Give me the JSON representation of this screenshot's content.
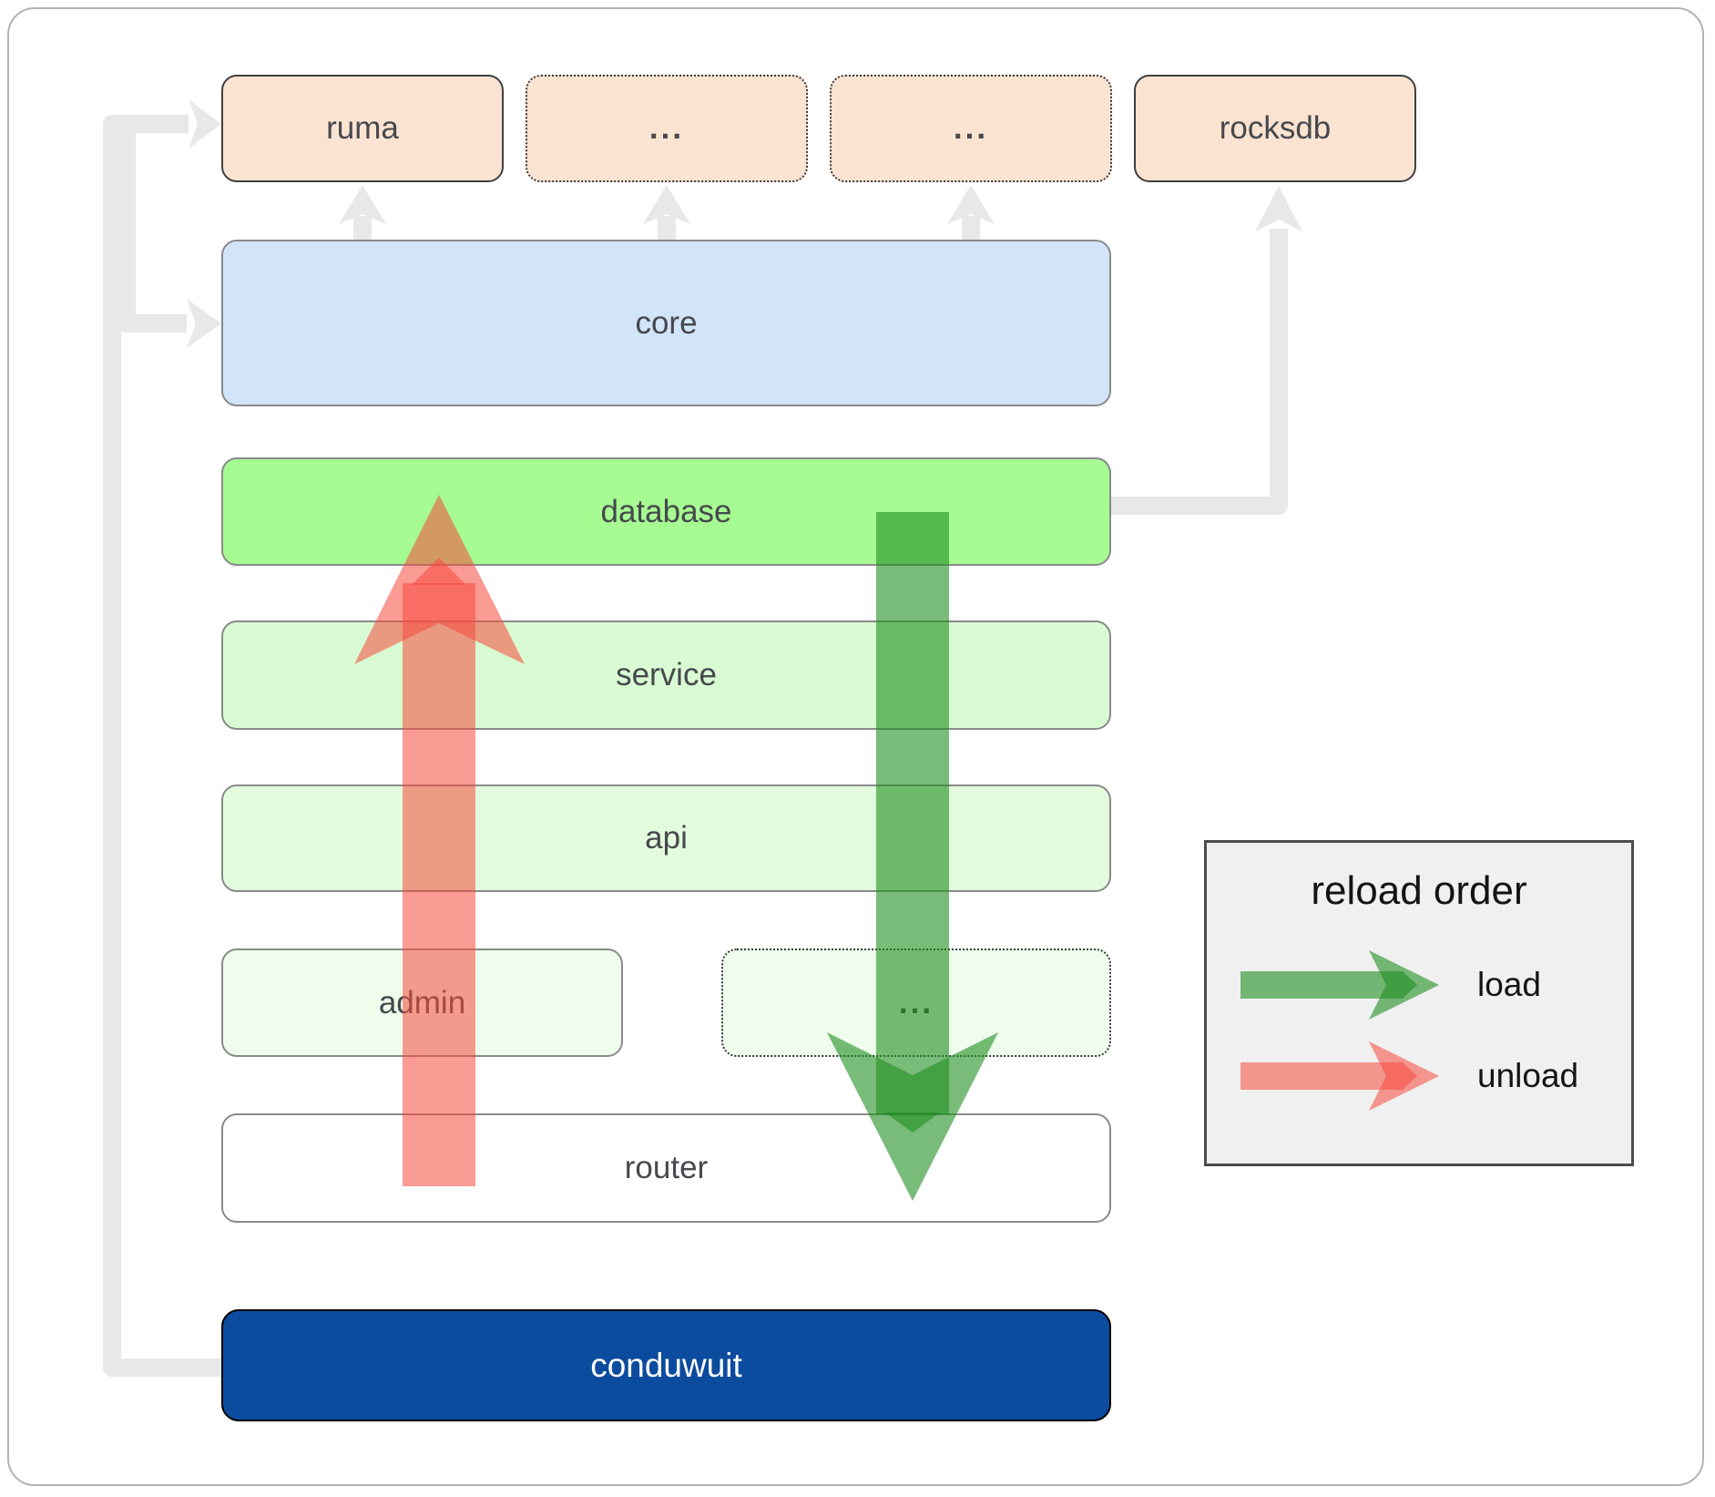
{
  "nodes": {
    "ruma": {
      "label": "ruma"
    },
    "deps_top_1": {
      "label": "..."
    },
    "deps_top_2": {
      "label": "..."
    },
    "rocksdb": {
      "label": "rocksdb"
    },
    "core": {
      "label": "core"
    },
    "database": {
      "label": "database"
    },
    "service": {
      "label": "service"
    },
    "api": {
      "label": "api"
    },
    "admin": {
      "label": "admin"
    },
    "services_more": {
      "label": "..."
    },
    "router": {
      "label": "router"
    },
    "conduwuit": {
      "label": "conduwuit"
    }
  },
  "legend": {
    "title": "reload order",
    "items": [
      {
        "label": "load",
        "color": "#1f8e1f"
      },
      {
        "label": "unload",
        "color": "#f5493d"
      }
    ]
  },
  "colors": {
    "dependency_fill": "#fbe3d1",
    "core_fill": "#d2e4f9",
    "database_fill": "#a6fb92",
    "service_fill": "#d9fbd3",
    "api_fill": "#e3fcdd",
    "admin_fill": "#eefdec",
    "router_fill": "#ffffff",
    "conduwuit_fill": "#0c4c9f",
    "load_arrow": "#1f8e1f",
    "unload_arrow": "#f5493d",
    "connector_gray": "#e8e8e8"
  }
}
